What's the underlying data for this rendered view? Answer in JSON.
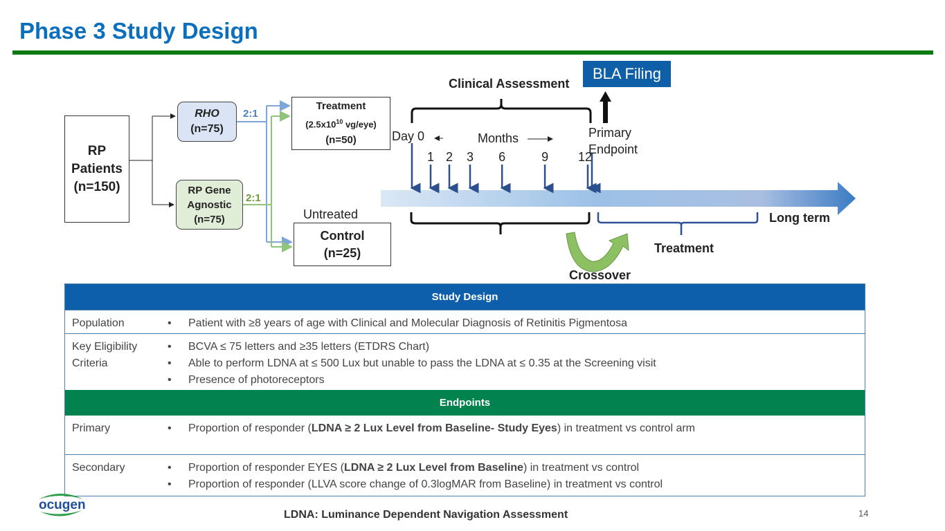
{
  "title": "Phase 3 Study Design",
  "diagram": {
    "rp_patients": {
      "line1": "RP",
      "line2": "Patients",
      "line3": "(n=150)"
    },
    "rho": {
      "name": "RHO",
      "n": "(n=75)",
      "ratio": "2:1"
    },
    "gene_agnostic": {
      "line1": "RP Gene",
      "line2": "Agnostic",
      "n": "(n=75)",
      "ratio": "2:1"
    },
    "treatment_arm": {
      "title": "Treatment",
      "dose_prefix": "(2.5x10",
      "dose_exp": "10",
      "dose_suffix": " vg/eye)",
      "n": "(n=50)"
    },
    "untreated_label": "Untreated",
    "control_arm": {
      "title": "Control",
      "n": "(n=25)"
    },
    "bla_filing": "BLA Filing",
    "clinical_assessment": "Clinical Assessment",
    "day0": "Day 0",
    "months_label": "Months",
    "primary_endpoint": {
      "line1": "Primary",
      "line2": "Endpoint"
    },
    "month_ticks": [
      "1",
      "2",
      "3",
      "6",
      "9",
      "12"
    ],
    "long_term": "Long term",
    "treatment_label": "Treatment",
    "crossover": "Crossover",
    "colors": {
      "rho_blue": "#7fa6d8",
      "agnostic_green": "#8fc57a",
      "timeline": "#3f7fc6",
      "bla": "#0f5ea8"
    }
  },
  "table": {
    "study_design_header": "Study Design",
    "rows": [
      {
        "label": "Population",
        "bullets": [
          "Patient with ≥8 years of age with Clinical and Molecular Diagnosis of Retinitis Pigmentosa"
        ]
      },
      {
        "label_line1": "Key Eligibility",
        "label_line2": "Criteria",
        "bullets": [
          "BCVA ≤ 75 letters and ≥35 letters  (ETDRS Chart)",
          "Able to perform LDNA at ≤ 500 Lux but unable to pass the LDNA at ≤ 0.35 at the Screening visit",
          "Presence of photoreceptors"
        ]
      }
    ],
    "endpoints_header": "Endpoints",
    "primary": {
      "label": "Primary",
      "pre": "Proportion of responder (",
      "bold": "LDNA ≥ 2 Lux Level from Baseline- Study Eyes",
      "post": ") in treatment vs control arm"
    },
    "secondary": {
      "label": "Secondary",
      "b1_pre": "Proportion of responder EYES (",
      "b1_bold": "LDNA ≥ 2 Lux Level from Baseline",
      "b1_post": ") in treatment vs control",
      "b2": "Proportion of responder (LLVA score change of 0.3logMAR from Baseline) in treatment vs control"
    },
    "bullet_char": "•"
  },
  "footnote": "LDNA: Luminance Dependent Navigation Assessment",
  "page_number": "14",
  "logo_text": "ocugen"
}
